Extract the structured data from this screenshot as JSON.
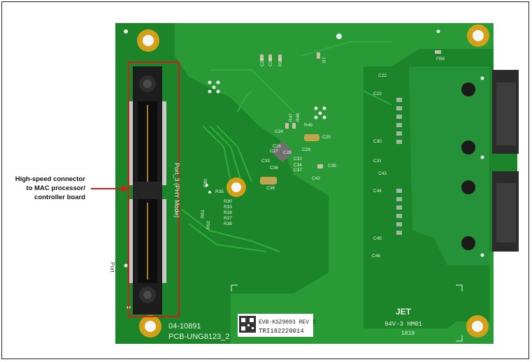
{
  "callout": {
    "lines": [
      "High-speed connector",
      "to MAC processor/",
      "controller board"
    ]
  },
  "board": {
    "connector_label": "Port_3 (PHY Mode)",
    "port_label": "Port",
    "part_number": "04-10891",
    "pcb_id": "PCB-UNG8123_2",
    "sticker_line1": "EVB-KSZ9893 REV 2",
    "sticker_line2": "TRI182220014",
    "vendor": "JET",
    "rating": "94V-3 HM01",
    "date_code": "1819"
  },
  "components": {
    "c21": "C21",
    "c20": "C20",
    "r96": "R96",
    "r7": "R7",
    "fb9": "FB9",
    "c22": "C22",
    "c23": "C23",
    "c24": "C24",
    "c25": "C25",
    "c26": "C26",
    "c27": "C27",
    "c28": "C28",
    "c29": "C29",
    "c30": "C30",
    "c31": "C31",
    "c32": "C32",
    "c33": "C33",
    "c34": "C34",
    "c35": "C35",
    "c36": "C36",
    "c37": "C37",
    "c38": "C38",
    "c42": "C42",
    "c43": "C43",
    "c44": "C44",
    "c45": "C45",
    "c46": "C46",
    "r47": "R47",
    "r48": "R48",
    "r49": "R49",
    "r30": "R30",
    "r33": "R33",
    "r28": "R28",
    "r27": "R27",
    "r38": "R38",
    "r35": "R35",
    "r51": "R51",
    "r52": "R52",
    "r80": "R80"
  },
  "colors": {
    "board": "#1f8a2c",
    "board_dark": "#15702a",
    "copper_fill": "#2fa93b",
    "highlight_box": "#d21d1d",
    "arrow": "#d21d1d",
    "gold_pad": "#d4a017"
  }
}
